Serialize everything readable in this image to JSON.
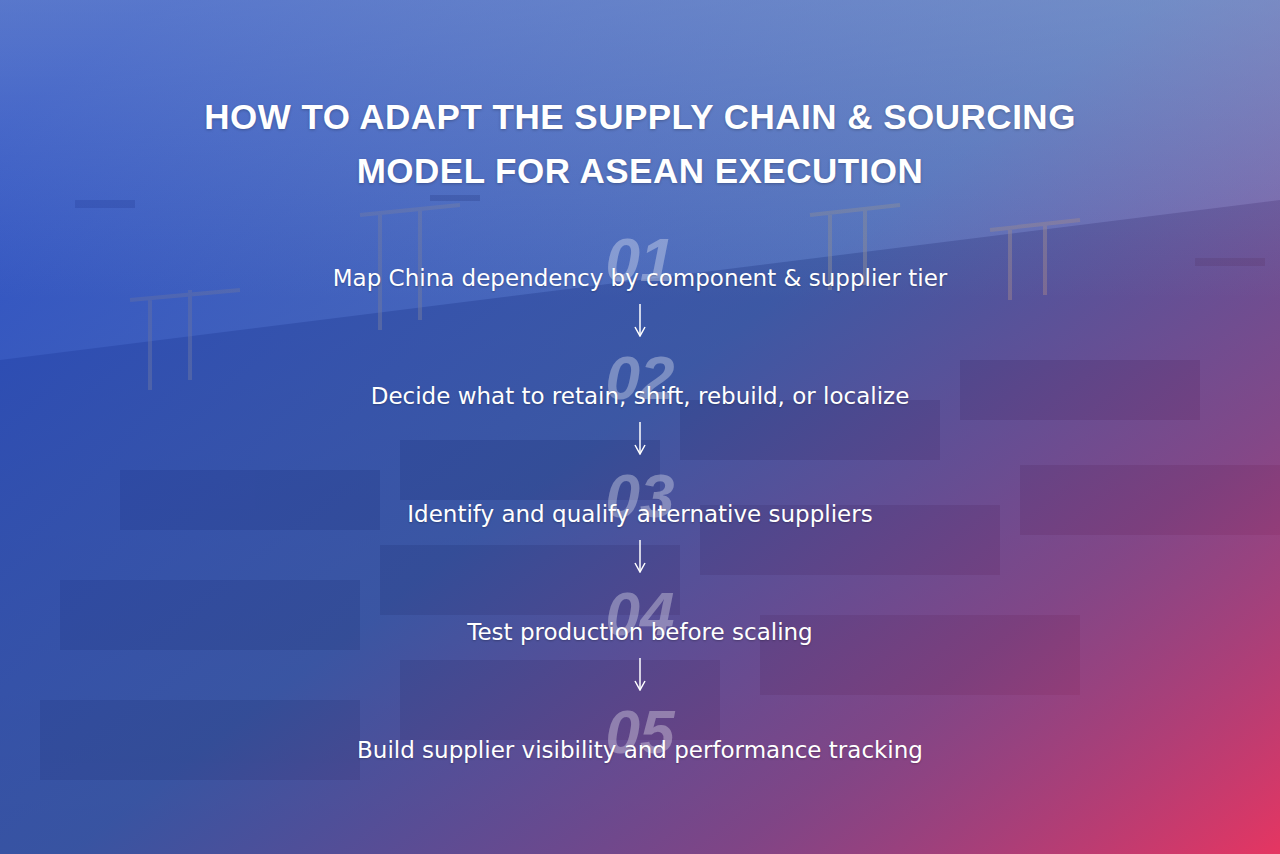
{
  "diagram": {
    "title": "HOW TO ADAPT THE SUPPLY CHAIN & SOURCING MODEL FOR ASEAN EXECUTION",
    "nodes": [
      {
        "text": [
          "01",
          "Map China dependency by component & supplier tier"
        ]
      },
      {
        "text": [
          "02",
          "Decide what to retain, shift, rebuild, or localize"
        ]
      },
      {
        "text": [
          "03",
          "Identify and qualify alternative suppliers"
        ]
      },
      {
        "text": [
          "04",
          "Test production before scaling"
        ]
      },
      {
        "text": [
          "05",
          "Build supplier visibility and performance tracking"
        ]
      }
    ],
    "edges": [
      {
        "from": 0,
        "to": 1,
        "arrow": "to"
      },
      {
        "from": 1,
        "to": 2,
        "arrow": "to"
      },
      {
        "from": 2,
        "to": 3,
        "arrow": "to"
      },
      {
        "from": 3,
        "to": 4,
        "arrow": "to"
      }
    ]
  }
}
